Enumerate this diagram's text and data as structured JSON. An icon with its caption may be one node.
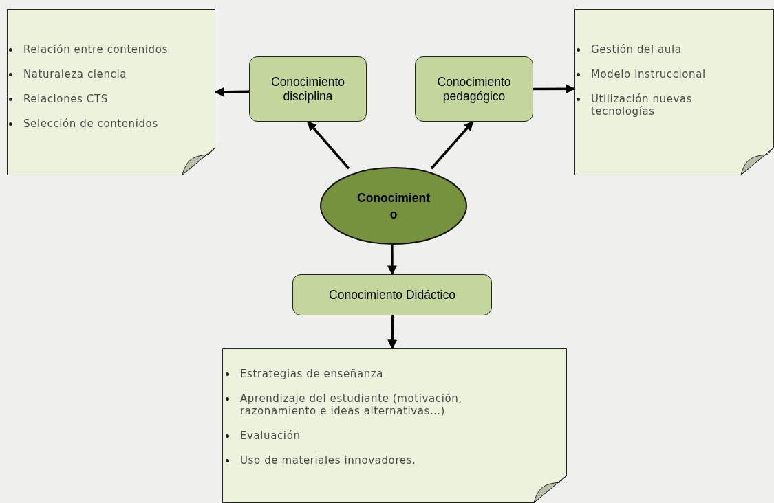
{
  "diagram": {
    "nodes": [
      {
        "text": [
          "Relación entre contenidos",
          "Naturaleza ciencia",
          "Relaciones CTS",
          "Selección de contenidos"
        ]
      },
      {
        "text": [
          "Conocimiento disciplina"
        ]
      },
      {
        "text": [
          "Conocimiento pedagógico"
        ]
      },
      {
        "text": [
          "Gestión del aula",
          "Modelo instruccional",
          "Utilización nuevas tecnologías"
        ]
      },
      {
        "text": [
          "Conocimient o"
        ]
      },
      {
        "text": [
          "Conocimiento Didáctico"
        ]
      },
      {
        "text": [
          "Estrategias de enseñanza",
          "Aprendizaje del estudiante (motivación, razonamiento e ideas alternativas…)",
          "Evaluación",
          "Uso de materiales innovadores."
        ]
      }
    ],
    "edges": [
      {
        "from": 4,
        "to": 1,
        "arrow": "to"
      },
      {
        "from": 4,
        "to": 2,
        "arrow": "to"
      },
      {
        "from": 1,
        "to": 0,
        "arrow": "to"
      },
      {
        "from": 2,
        "to": 3,
        "arrow": "to"
      },
      {
        "from": 4,
        "to": 5,
        "arrow": "to"
      },
      {
        "from": 5,
        "to": 6,
        "arrow": "to"
      }
    ]
  }
}
